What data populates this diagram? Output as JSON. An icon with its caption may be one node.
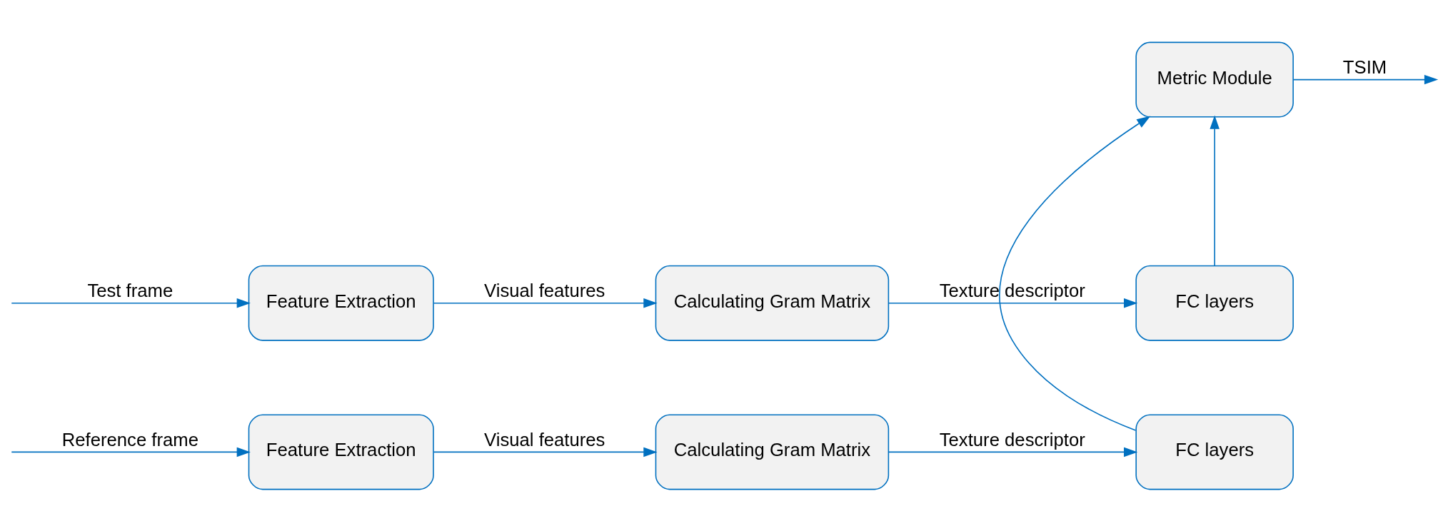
{
  "diagram": {
    "nodes": [
      {
        "text": [
          "Feature Extraction"
        ]
      },
      {
        "text": [
          "Calculating Gram Matrix"
        ]
      },
      {
        "text": [
          "FC layers"
        ]
      },
      {
        "text": [
          "Metric Module"
        ]
      },
      {
        "text": [
          "Feature Extraction"
        ]
      },
      {
        "text": [
          "Calculating Gram Matrix"
        ]
      },
      {
        "text": [
          "FC layers"
        ]
      }
    ],
    "edges": [
      {
        "from": null,
        "to": 0,
        "arrow": "to",
        "label": "Reference frame"
      },
      {
        "from": 0,
        "to": 1,
        "arrow": "to",
        "label": "Visual features"
      },
      {
        "from": 1,
        "to": 2,
        "arrow": "to",
        "label": "Texture descriptor"
      },
      {
        "from": 2,
        "to": 3,
        "arrow": "to"
      },
      {
        "from": 3,
        "to": null,
        "arrow": "to",
        "label": "TSIM"
      },
      {
        "from": null,
        "to": 4,
        "arrow": "to",
        "label": "Test frame"
      },
      {
        "from": 4,
        "to": 5,
        "arrow": "to",
        "label": "Visual features"
      },
      {
        "from": 5,
        "to": 6,
        "arrow": "to",
        "label": "Texture descriptor"
      },
      {
        "from": 6,
        "to": 3,
        "arrow": "to"
      }
    ]
  }
}
